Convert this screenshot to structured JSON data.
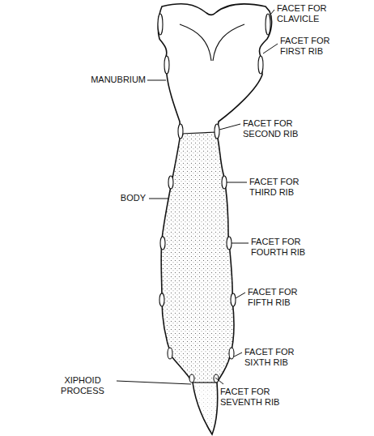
{
  "diagram": {
    "labels": [
      "FACET FOR CLAVICLE",
      "FACET FOR FIRST RIB",
      "MANUBRIUM",
      "FACET FOR SECOND RIB",
      "FACET FOR THIRD RIB",
      "FACET FOR FOURTH RIB",
      "BODY",
      "FACET FOR FIFTH RIB",
      "FACET FOR SIXTH RIB",
      "XIPHOID PROCESS",
      "FACET FOR SEVENTH RIB"
    ]
  }
}
